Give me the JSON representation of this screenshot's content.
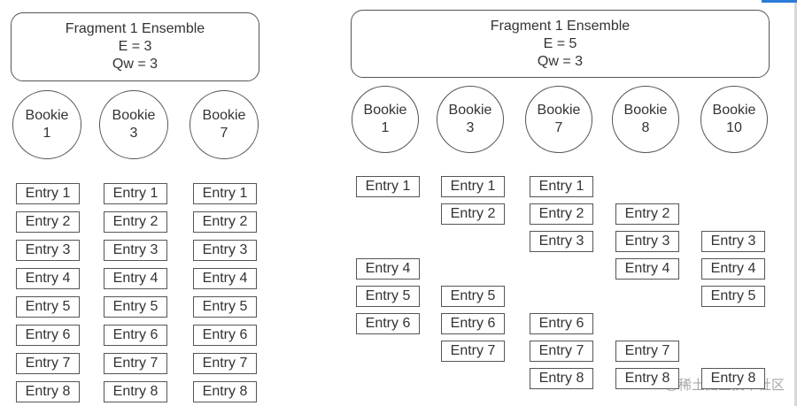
{
  "diagrams": [
    {
      "ensemble": {
        "title": "Fragment 1 Ensemble",
        "e": "E = 3",
        "qw": "Qw = 3"
      },
      "bookies": [
        {
          "word": "Bookie",
          "id": "1"
        },
        {
          "word": "Bookie",
          "id": "3"
        },
        {
          "word": "Bookie",
          "id": "7"
        }
      ],
      "columns": [
        [
          "Entry 1",
          "Entry 2",
          "Entry 3",
          "Entry 4",
          "Entry 5",
          "Entry 6",
          "Entry 7",
          "Entry 8"
        ],
        [
          "Entry 1",
          "Entry 2",
          "Entry 3",
          "Entry 4",
          "Entry 5",
          "Entry 6",
          "Entry 7",
          "Entry 8"
        ],
        [
          "Entry 1",
          "Entry 2",
          "Entry 3",
          "Entry 4",
          "Entry 5",
          "Entry 6",
          "Entry 7",
          "Entry 8"
        ]
      ]
    },
    {
      "ensemble": {
        "title": "Fragment 1 Ensemble",
        "e": "E = 5",
        "qw": "Qw = 3"
      },
      "bookies": [
        {
          "word": "Bookie",
          "id": "1"
        },
        {
          "word": "Bookie",
          "id": "3"
        },
        {
          "word": "Bookie",
          "id": "7"
        },
        {
          "word": "Bookie",
          "id": "8"
        },
        {
          "word": "Bookie",
          "id": "10"
        }
      ],
      "columns": [
        [
          "Entry 1",
          null,
          null,
          "Entry 4",
          "Entry 5",
          "Entry 6",
          null,
          null
        ],
        [
          "Entry 1",
          "Entry 2",
          null,
          null,
          "Entry 5",
          "Entry 6",
          "Entry 7",
          null
        ],
        [
          "Entry 1",
          "Entry 2",
          "Entry 3",
          null,
          null,
          "Entry 6",
          "Entry 7",
          "Entry 8"
        ],
        [
          null,
          "Entry 2",
          "Entry 3",
          "Entry 4",
          null,
          null,
          "Entry 7",
          "Entry 8"
        ],
        [
          null,
          null,
          "Entry 3",
          "Entry 4",
          "Entry 5",
          null,
          null,
          "Entry 8"
        ]
      ]
    }
  ],
  "watermark": "@稀土掘金技术社区"
}
